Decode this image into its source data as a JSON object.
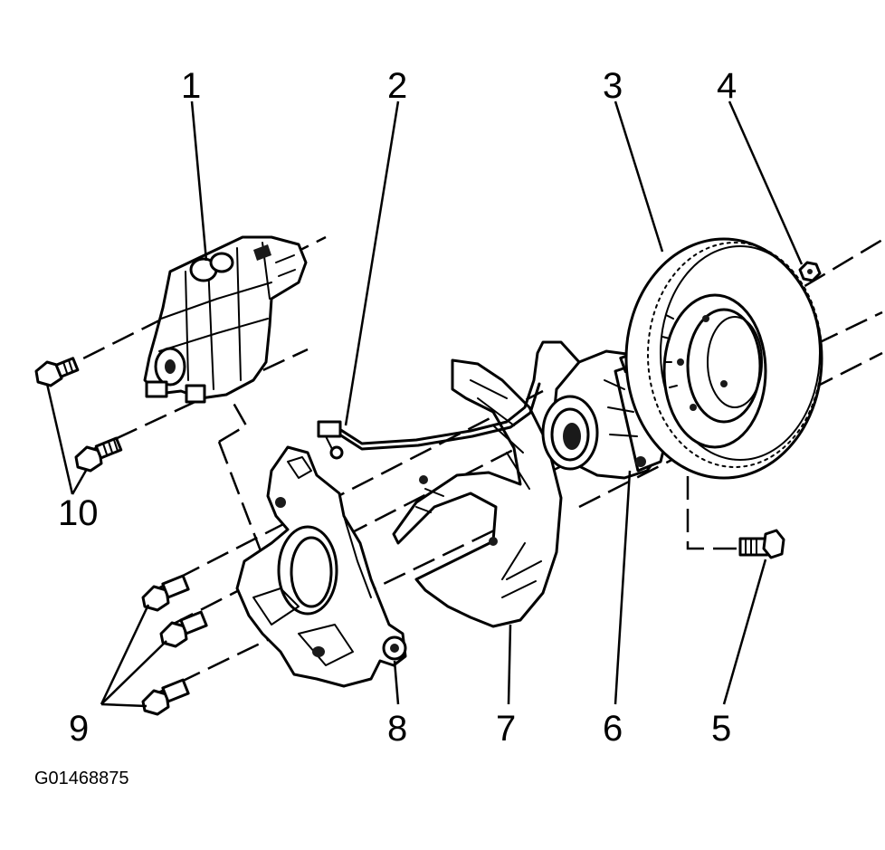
{
  "callouts": {
    "c1": "1",
    "c2": "2",
    "c3": "3",
    "c4": "4",
    "c5": "5",
    "c6": "6",
    "c7": "7",
    "c8": "8",
    "c9": "9",
    "c10": "10"
  },
  "figure_code": "G01468875"
}
